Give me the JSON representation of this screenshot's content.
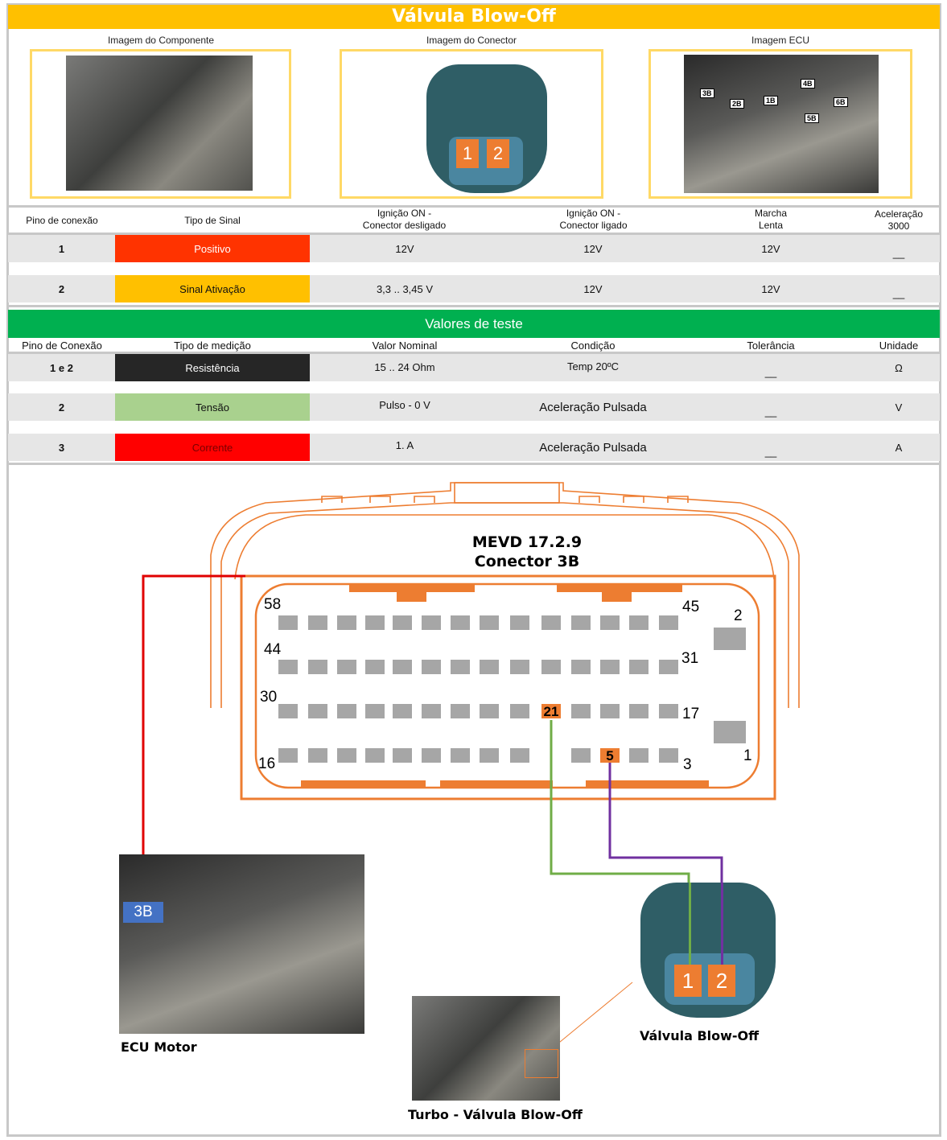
{
  "title": "Válvula Blow-Off",
  "images": {
    "component": "Imagem do Componente",
    "connector": "Imagem do Conector",
    "ecu": "Imagem ECU",
    "connector_pins": [
      "1",
      "2"
    ],
    "ecu_labels": [
      "3B",
      "2B",
      "1B",
      "4B",
      "5B",
      "6B"
    ]
  },
  "table1": {
    "headers": [
      "Pino de conexão",
      "Tipo de Sinal",
      "Ignição ON -\nConector desligado",
      "Ignição ON -\nConector ligado",
      "Marcha\nLenta",
      "Aceleração\n3000"
    ],
    "rows": [
      {
        "pin": "1",
        "signal": "Positivo",
        "color": "#FF3300",
        "text_color": "#ffffff",
        "v1": "12V",
        "v2": "12V",
        "v3": "12V",
        "v4": "__"
      },
      {
        "pin": "2",
        "signal": "Sinal Ativação",
        "color": "#FFC000",
        "text_color": "#111111",
        "v1": "3,3 .. 3,45 V",
        "v2": "12V",
        "v3": "12V",
        "v4": "__"
      }
    ]
  },
  "test": {
    "title": "Valores de teste",
    "headers": [
      "Pino de Conexão",
      "Tipo de medição",
      "Valor Nominal",
      "Condição",
      "Tolerância",
      "Unidade"
    ],
    "rows": [
      {
        "pin": "1 e 2",
        "type": "Resistência",
        "color": "#262626",
        "text_color": "#ffffff",
        "nominal": "15 .. 24 Ohm",
        "condition": "Temp 20ºC",
        "tolerance": "__",
        "unit": "Ω"
      },
      {
        "pin": "2",
        "type": "Tensão",
        "color": "#A9D18E",
        "text_color": "#111111",
        "nominal": "Pulso -  0 V",
        "condition": "Aceleração Pulsada",
        "tolerance": "__",
        "unit": "V"
      },
      {
        "pin": "3",
        "type": "Corrente",
        "color": "#FF0000",
        "text_color": "#7a0000",
        "nominal": "1. A",
        "condition": "Aceleração Pulsada",
        "tolerance": "__",
        "unit": "A"
      }
    ]
  },
  "diagram": {
    "ecu_name": "MEVD 17.2.9",
    "connector": "Conector 3B",
    "pin_labels": [
      "58",
      "45",
      "2",
      "44",
      "31",
      "30",
      "17",
      "16",
      "3",
      "1"
    ],
    "highlight_pins": [
      "21",
      "5"
    ],
    "ecu_caption": "ECU Motor",
    "ecu_tag": "3B",
    "valve_caption": "Válvula Blow-Off",
    "turbo_caption": "Turbo - Válvula Blow-Off",
    "valve_pins": [
      "1",
      "2"
    ],
    "wire_colors": {
      "red": "#E00000",
      "green": "#70AD47",
      "purple": "#7030A0",
      "orange": "#ED7D31"
    }
  }
}
